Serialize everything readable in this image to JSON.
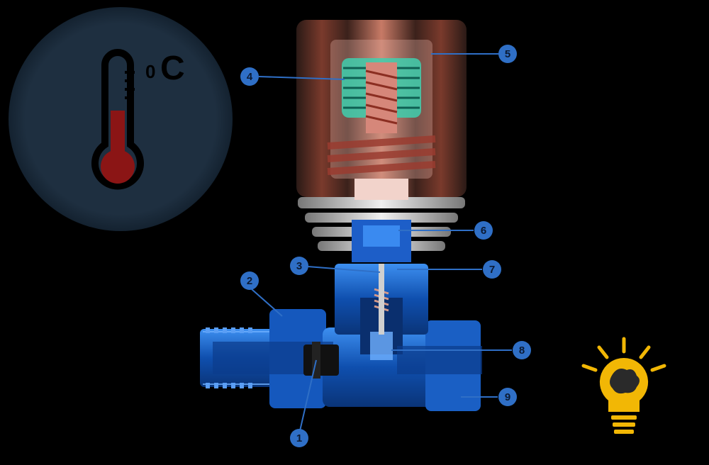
{
  "title_icon": "thermometer-icon",
  "temperature_badge": {
    "unit_superscript": "0",
    "unit_letter": "C",
    "icon": "thermometer-icon"
  },
  "idea_icon": "lightbulb-brain-icon",
  "callouts": [
    {
      "id": "1",
      "label": "1"
    },
    {
      "id": "2",
      "label": "2"
    },
    {
      "id": "3",
      "label": "3"
    },
    {
      "id": "4",
      "label": "4"
    },
    {
      "id": "5",
      "label": "5"
    },
    {
      "id": "6",
      "label": "6"
    },
    {
      "id": "7",
      "label": "7"
    },
    {
      "id": "8",
      "label": "8"
    },
    {
      "id": "9",
      "label": "9"
    }
  ],
  "colors": {
    "background": "#000000",
    "badge_fill": "#1b2a3a",
    "thermo_red": "#8b1515",
    "valve_blue": "#1f66c9",
    "head_copper": "#a8503e",
    "spring_teal": "#38c9a8",
    "callout_blue": "#2f6fc6",
    "bulb_yellow": "#f2b705"
  }
}
